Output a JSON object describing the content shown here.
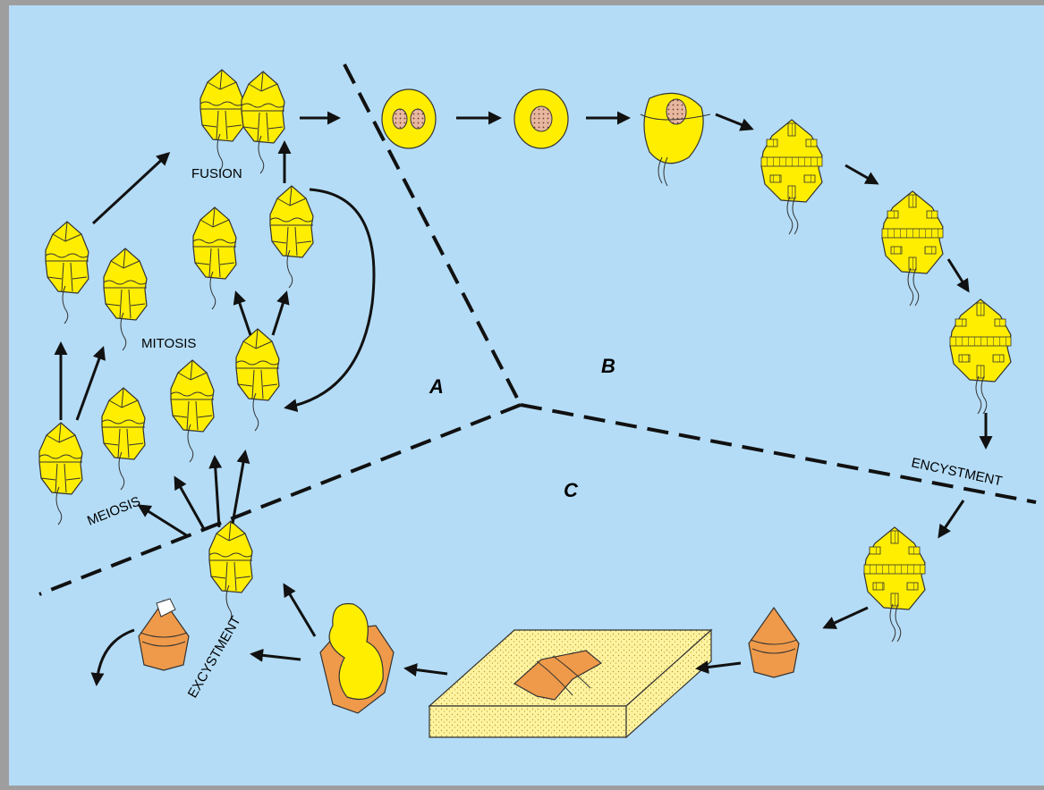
{
  "labels": {
    "fusion": "FUSION",
    "mitosis": "MITOSIS",
    "meiosis": "MEIOSIS",
    "encystment": "ENCYSTMENT",
    "excystment": "EXCYSTMENT"
  },
  "zones": {
    "a": "A",
    "b": "B",
    "c": "C"
  },
  "colors": {
    "background": "#b4dcf6",
    "frame": "#9e9e9e",
    "cell": "#ffee00",
    "cyst": "#ef9a4a",
    "nucleus": "#e8b7a0",
    "sediment": "#fff3a0"
  }
}
